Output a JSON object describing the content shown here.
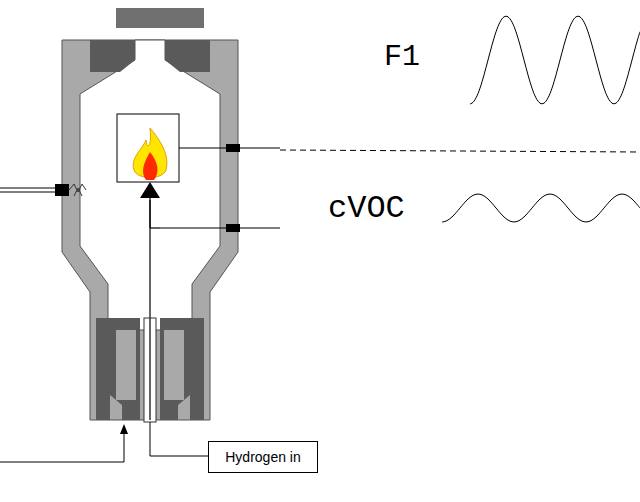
{
  "diagram": {
    "nodes": [
      {
        "text": [
          "Hydrogen in"
        ]
      }
    ],
    "labels": [
      "F1",
      "cVOC"
    ]
  }
}
